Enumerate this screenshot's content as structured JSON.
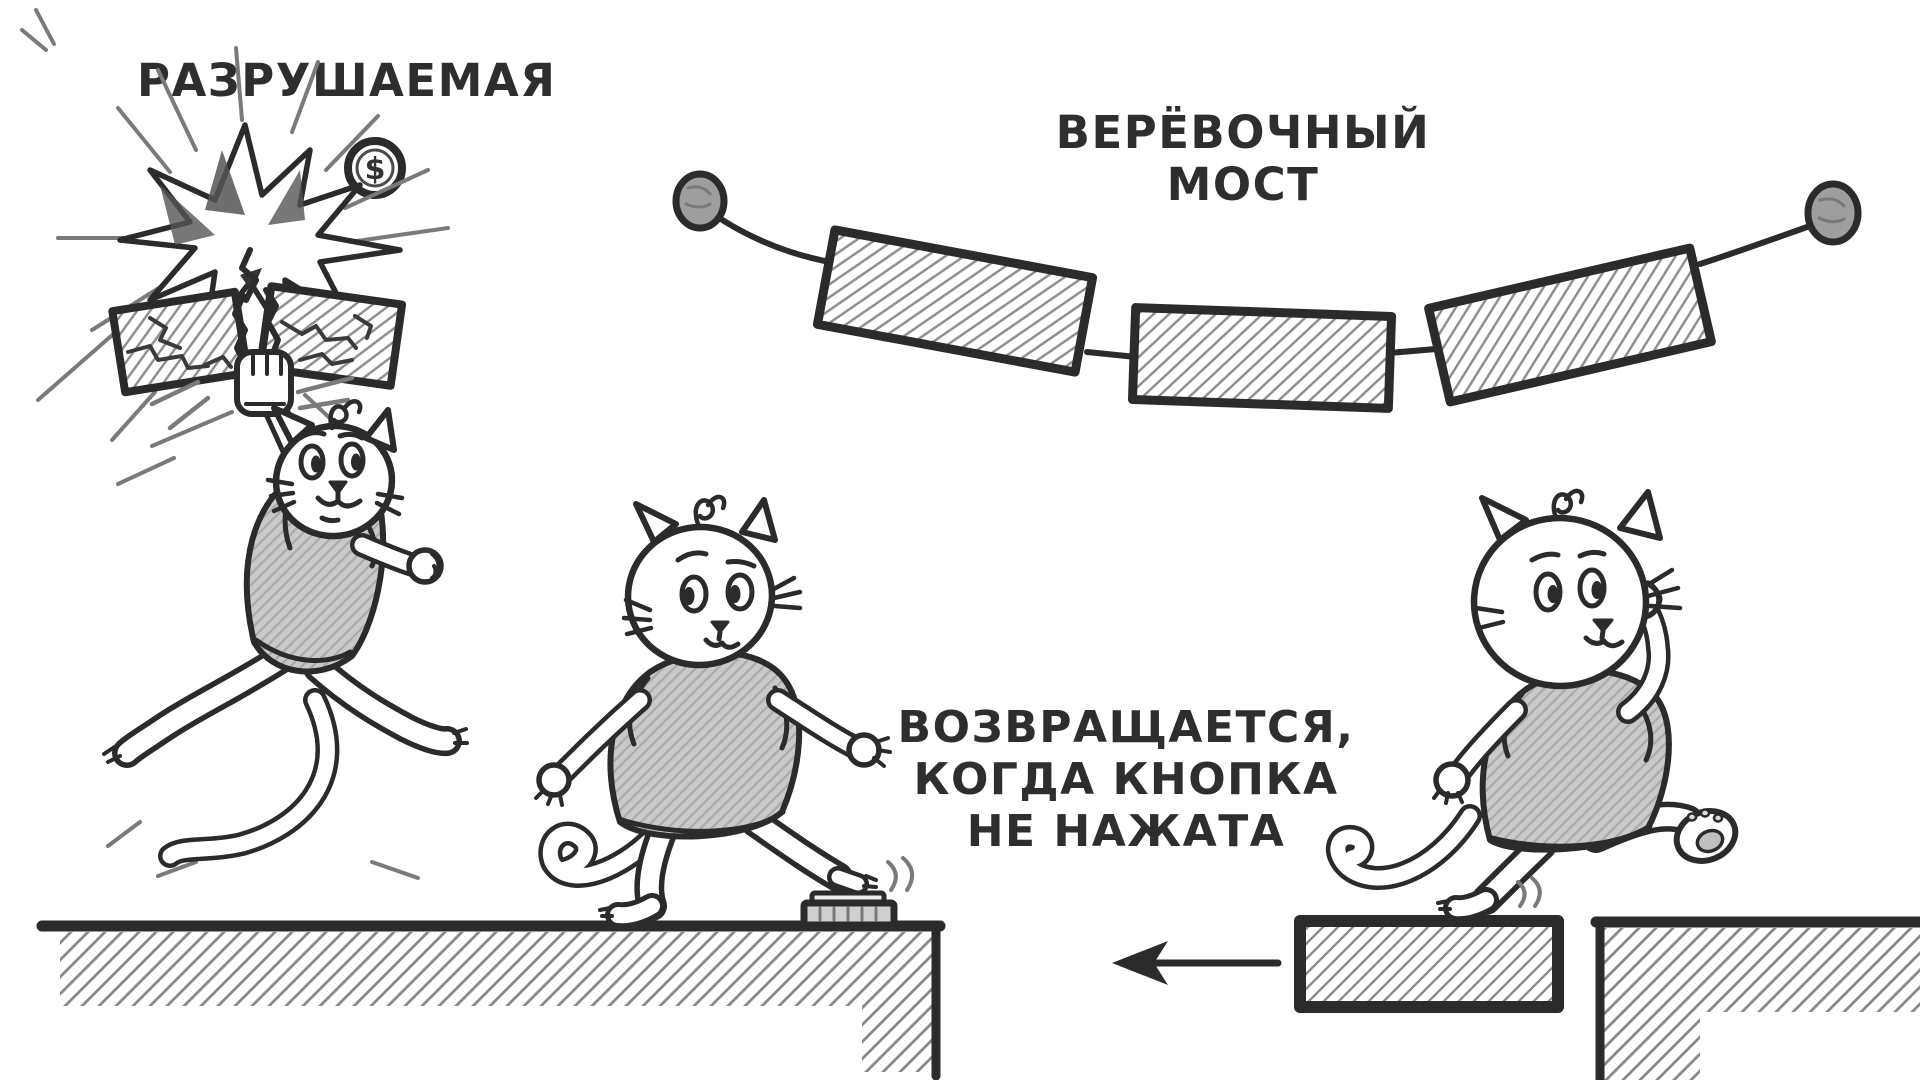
{
  "illustration": {
    "title_context": "hand-drawn platformer mechanics diagram with cartoon cats",
    "colors": {
      "paper": "#ffffff",
      "ink": "#2b2b2b",
      "pencil_hatch": "#8d8d8d",
      "shirt_shade": "#c9c9c9"
    },
    "labels": {
      "destructible": "РАЗРУШАЕМАЯ",
      "rope_bridge": [
        "ВЕРЁВОЧНЫЙ",
        "МОСТ"
      ],
      "returns": [
        "ВОЗВРАЩАЕТСЯ,",
        "КОГДА КНОПКА",
        "НЕ НАЖАТА"
      ]
    },
    "coin": {
      "symbol": "$"
    },
    "arrow": {
      "direction": "left"
    },
    "scenes": {
      "left": "cat jumps and punches a destructible platform, coin above",
      "top": "rope bridge of three planks between two anchors",
      "right": "cat walks off a moving platform that returns left when button is not pressed",
      "middle": "cat stands with one foot on a button on the ledge"
    }
  }
}
